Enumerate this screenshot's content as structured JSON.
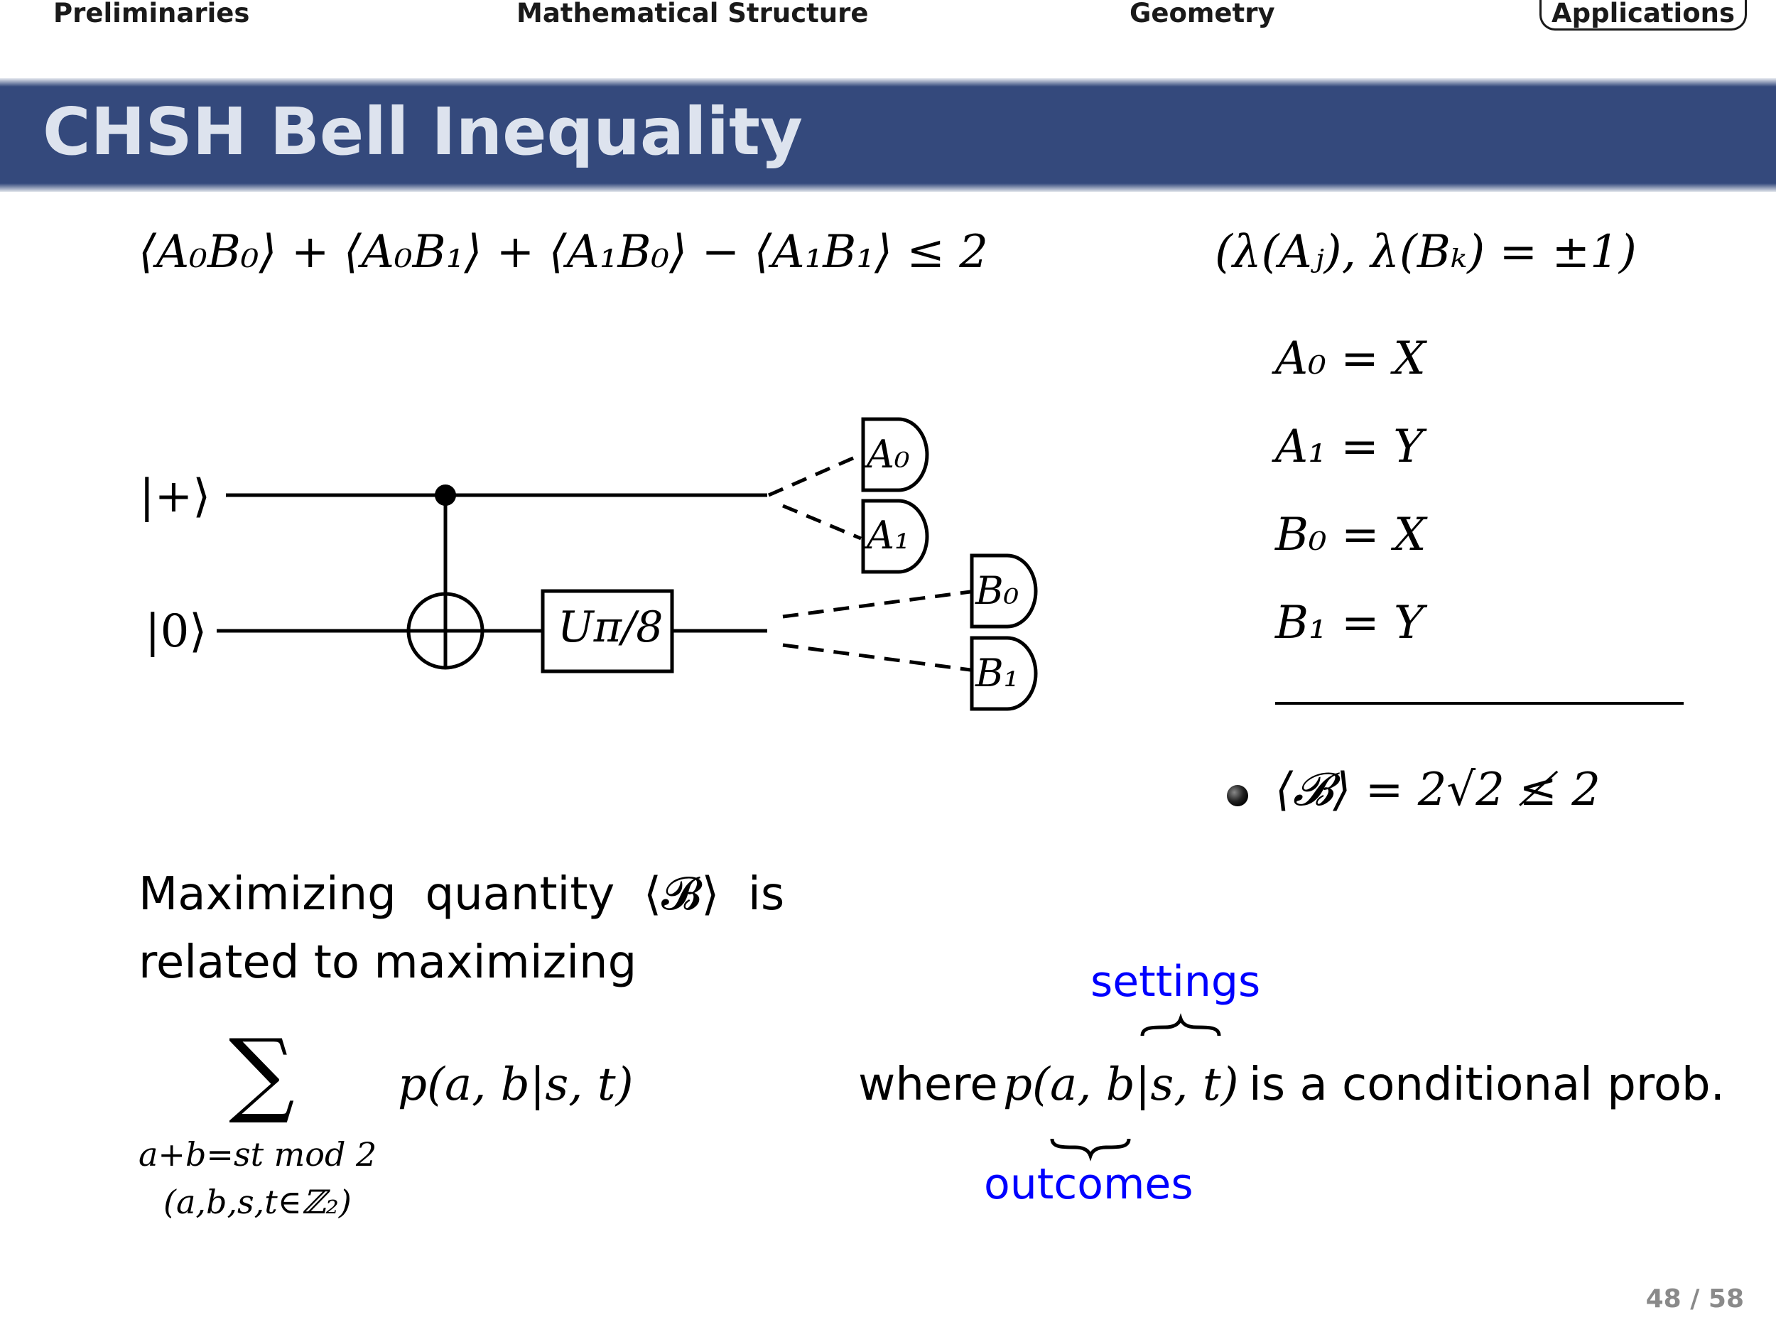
{
  "nav": {
    "items": [
      {
        "label": "Preliminaries"
      },
      {
        "label": "Mathematical Structure"
      },
      {
        "label": "Geometry"
      },
      {
        "label": "Applications"
      }
    ]
  },
  "slide": {
    "title": "CHSH Bell Inequality",
    "inequality": "⟨A₀B₀⟩ + ⟨A₀B₁⟩ + ⟨A₁B₀⟩ − ⟨A₁B₁⟩ ≤ 2",
    "eigen_condition": "(λ(Aⱼ), λ(Bₖ) = ±1)",
    "settings": [
      "A₀ = X",
      "A₁ = Y",
      "B₀ = X",
      "B₁ = Y"
    ],
    "bell_value": "⟨𝓑⟩ = 2√2 ≰ 2",
    "circuit": {
      "input_plus": "|+⟩",
      "input_zero": "|0⟩",
      "gate_label": "Uπ/8",
      "meters": [
        "A₀",
        "A₁",
        "B₀",
        "B₁"
      ]
    },
    "paragraph_line1": "Maximizing  quantity  ⟨𝓑⟩  is",
    "paragraph_line2": "related to maximizing",
    "sum_symbol": "∑",
    "sum_term": "p(a, b|s, t)",
    "sum_sub1": "a+b=st mod 2",
    "sum_sub2": "(a,b,s,t∈ℤ₂)",
    "where_prefix": "where",
    "where_expr": "p(a, b|s, t)",
    "where_suffix": "is a conditional prob.",
    "label_settings": "settings",
    "label_outcomes": "outcomes"
  },
  "footer": {
    "page": "48 / 58"
  }
}
